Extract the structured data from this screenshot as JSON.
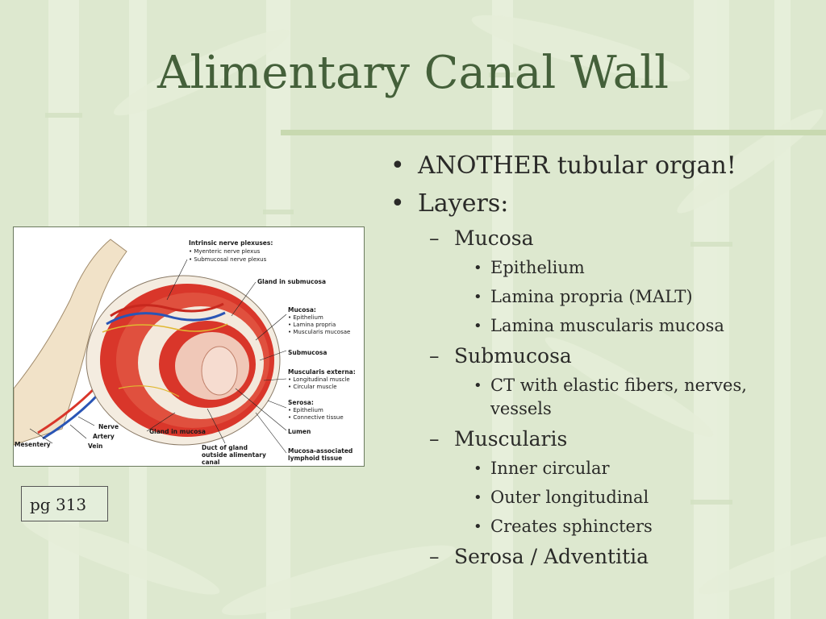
{
  "slide": {
    "title": "Alimentary Canal Wall",
    "page_ref": "pg 313"
  },
  "bullets": {
    "item1": "ANOTHER tubular organ!",
    "item2": "Layers:",
    "mucosa": "Mucosa",
    "mucosa_subs": [
      "Epithelium",
      "Lamina propria (MALT)",
      "Lamina muscularis mucosa"
    ],
    "submucosa": "Submucosa",
    "submucosa_subs": [
      "CT with elastic fibers, nerves, vessels"
    ],
    "muscularis": "Muscularis",
    "muscularis_subs": [
      "Inner circular",
      "Outer longitudinal",
      "Creates sphincters"
    ],
    "serosa": "Serosa / Adventitia"
  },
  "figure_labels": {
    "intrinsic": "Intrinsic nerve plexuses:",
    "myenteric": "• Myenteric nerve plexus",
    "submucosal_plexus": "• Submucosal nerve plexus",
    "gland_submucosa": "Gland in submucosa",
    "mucosa": "Mucosa:",
    "epithelium": "• Epithelium",
    "lamina_propria": "• Lamina propria",
    "muscularis_mucosae": "• Muscularis mucosae",
    "submucosa": "Submucosa",
    "muscularis_externa": "Muscularis externa:",
    "longitudinal": "• Longitudinal muscle",
    "circular": "• Circular muscle",
    "serosa": "Serosa:",
    "serosa_epithelium": "• Epithelium",
    "connective": "• Connective tissue",
    "nerve": "Nerve",
    "artery": "Artery",
    "vein": "Vein",
    "mesentery": "Mesentery",
    "gland_mucosa": "Gland in mucosa",
    "duct1": "Duct of gland",
    "duct2": "outside alimentary",
    "duct3": "canal",
    "lumen": "Lumen",
    "malt1": "Mucosa-associated",
    "malt2": "lymphoid tissue"
  },
  "colors": {
    "background": "#dde8cf",
    "title": "#44603a",
    "accent_rule": "#c8d9b0",
    "muscle": "#d9362a",
    "artery": "#c8281e",
    "vein": "#2a55b5",
    "nerve": "#e0b830"
  }
}
